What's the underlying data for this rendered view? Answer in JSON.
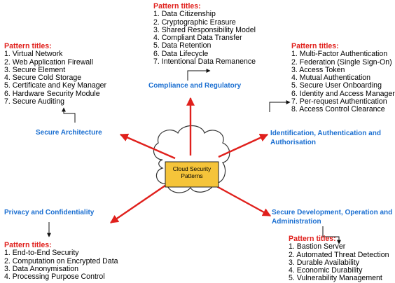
{
  "colors": {
    "arrow": "#e0201c",
    "category": "#1b6fd1",
    "pattern_title": "#e0201c",
    "center_fill": "#f5c43a",
    "center_stroke": "#222222"
  },
  "center": {
    "label_line1": "Cloud Security",
    "label_line2": "Patterns"
  },
  "pattern_title_label": "Pattern titles:",
  "categories": [
    {
      "id": "compliance",
      "label": "Compliance and Regulatory"
    },
    {
      "id": "identification",
      "label_line1": "Identification, Authentication and",
      "label_line2": "Authorisation"
    },
    {
      "id": "secure-dev",
      "label_line1": "Secure Development, Operation and",
      "label_line2": "Administration"
    },
    {
      "id": "secure-arch",
      "label": "Secure Architecture"
    },
    {
      "id": "privacy",
      "label": "Privacy and Confidentiality"
    }
  ],
  "boxes": {
    "compliance": [
      "1. Data Citizenship",
      "2. Cryptographic Erasure",
      "3. Shared Responsibility Model",
      "4. Compliant Data Transfer",
      "5. Data Retention",
      "6. Data Lifecycle",
      "7. Intentional Data Remanence"
    ],
    "identification": [
      "1. Multi-Factor Authentication",
      "2. Federation (Single Sign-On)",
      "3. Access Token",
      "4. Mutual Authentication",
      "5. Secure User Onboarding",
      "6. Identity and Access Manager",
      "7. Per-request Authentication",
      "8. Access Control Clearance"
    ],
    "secure_arch": [
      "1. Virtual Network",
      "2. Web Application Firewall",
      "3. Secure Element",
      "4. Secure Cold Storage",
      "5. Certificate and Key Manager",
      "6. Hardware Security Module",
      "7. Secure Auditing"
    ],
    "privacy": [
      "1. End-to-End Security",
      "2. Computation on Encrypted Data",
      "3. Data Anonymisation",
      "4. Processing Purpose Control"
    ],
    "secure_dev": [
      "1. Bastion Server",
      "2. Automated Threat Detection",
      "3. Durable Availability",
      "4. Economic Durability",
      "5. Vulnerability Management"
    ]
  }
}
